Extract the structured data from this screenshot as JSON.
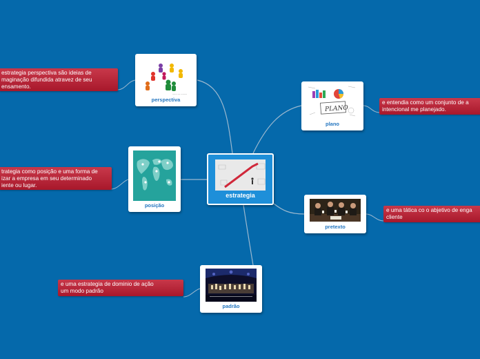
{
  "colors": {
    "background": "#0569ab",
    "note_fill": "#b7253a",
    "central_fill": "#1e8fd9",
    "link": "#9bb8cf",
    "node_label": "#2476c0"
  },
  "central": {
    "label": "estrategia",
    "image": "stairs-climb-illustration"
  },
  "topics": [
    {
      "id": "perspectiva",
      "label": "perspectiva",
      "image": "people-network-illustration",
      "note": "estrategia perspectiva são ideias de\nmaginação difundida atravez de seu\nensamento."
    },
    {
      "id": "posicao",
      "label": "posição",
      "image": "world-map-pins-illustration",
      "note": "trategia como posição e uma forma de\nizar a empresa em seu determinado\niente ou lugar."
    },
    {
      "id": "padrao",
      "label": "padrão",
      "image": "orchestra-stage-photo",
      "note": "e uma estrategia de dominio de ação\num modo padrão"
    },
    {
      "id": "plano",
      "label": "plano",
      "image": "plano-sketch-chart",
      "note": "e entendia como um conjunto de a\nintencional me planejado."
    },
    {
      "id": "pretexto",
      "label": "pretexto",
      "image": "card-players-photo",
      "note": "e uma tática co o abjetivo de enga\ncliente"
    }
  ]
}
